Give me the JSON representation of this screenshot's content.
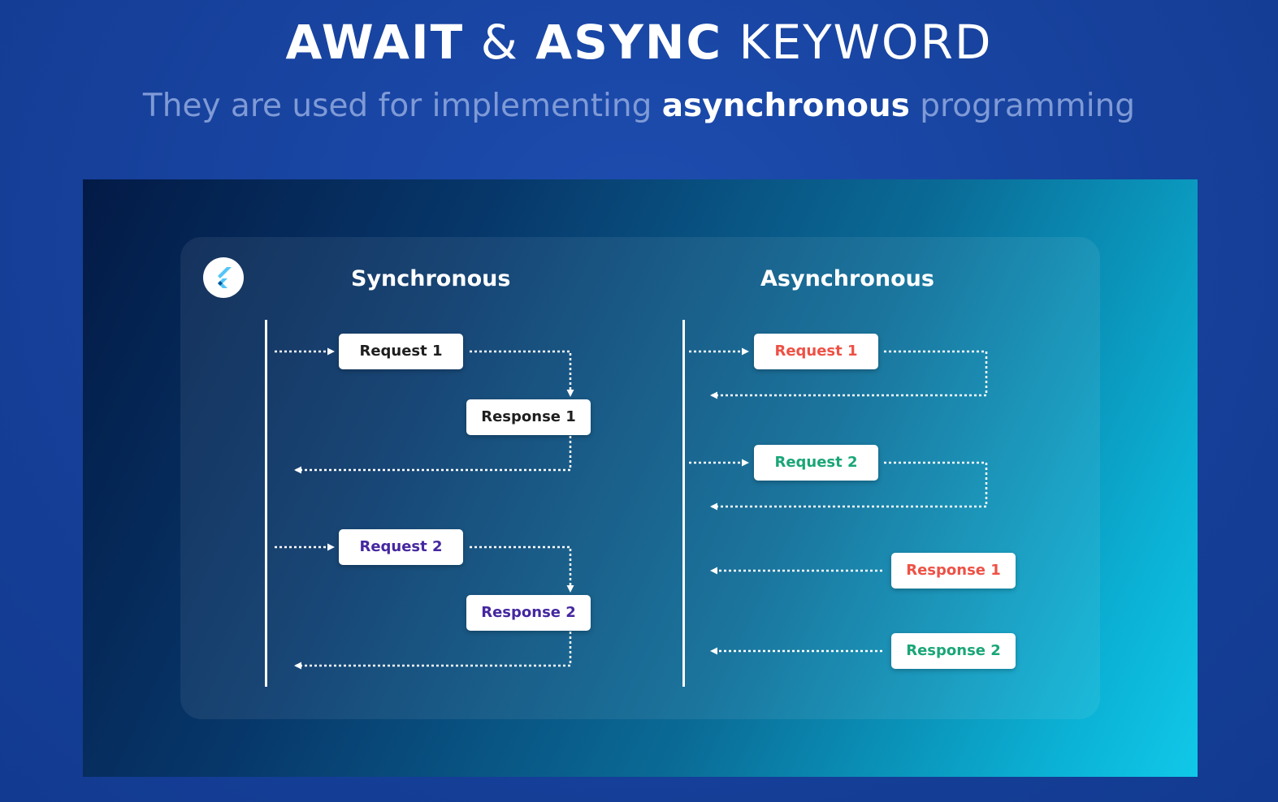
{
  "title": {
    "part1": "AWAIT",
    "amp": " & ",
    "part2": "ASYNC",
    "part3": " KEYWORD"
  },
  "subtitle": {
    "before": "They are used for implementing ",
    "emphasis": "asynchronous",
    "after": " programming"
  },
  "logo_icon": "flutter-logo-icon",
  "sync": {
    "heading": "Synchronous",
    "request1": "Request 1",
    "response1": "Response 1",
    "request2": "Request 2",
    "response2": "Response 2"
  },
  "async": {
    "heading": "Asynchronous",
    "request1": "Request 1",
    "request2": "Request 2",
    "response1": "Response 1",
    "response2": "Response 2"
  },
  "colors": {
    "background": "#16409a",
    "text_black": "#1f1f1f",
    "text_purple": "#4527a0",
    "text_red": "#ee5145",
    "text_green": "#1aa678",
    "flutter_light": "#54c5f8",
    "flutter_dark": "#01579b"
  }
}
